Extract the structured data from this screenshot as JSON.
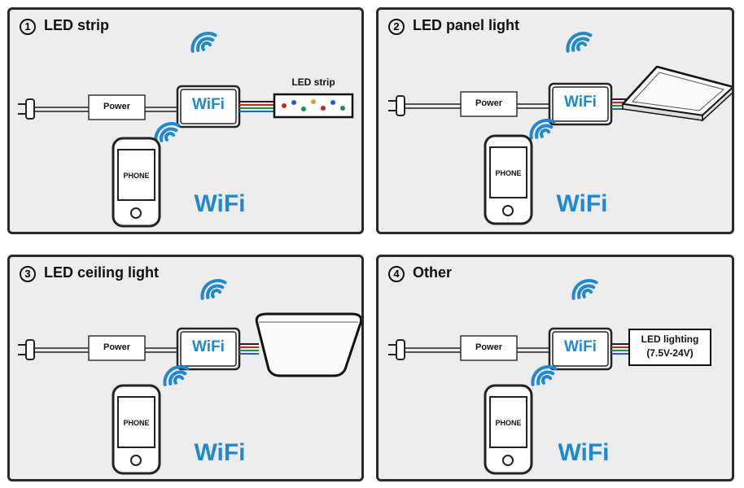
{
  "panels": [
    {
      "number": "1",
      "title": "LED strip",
      "power_label": "Power",
      "wifi_box_label": "WiFi",
      "device_label": "LED strip",
      "phone_label": "PHONE",
      "wifi_label": "WiFi"
    },
    {
      "number": "2",
      "title": "LED panel light",
      "power_label": "Power",
      "wifi_box_label": "WiFi",
      "phone_label": "PHONE",
      "wifi_label": "WiFi"
    },
    {
      "number": "3",
      "title": "LED ceiling light",
      "power_label": "Power",
      "wifi_box_label": "WiFi",
      "phone_label": "PHONE",
      "wifi_label": "WiFi"
    },
    {
      "number": "4",
      "title": "Other",
      "power_label": "Power",
      "wifi_box_label": "WiFi",
      "device_label_line1": "LED lighting",
      "device_label_line2": "(7.5V-24V)",
      "phone_label": "PHONE",
      "wifi_label": "WiFi"
    }
  ],
  "colors": {
    "wifi_blue": "#1e88d2",
    "border": "#2a2a2a",
    "panel_bg": "#ededed",
    "wire_red": "#d42020",
    "wire_green": "#1a9a3a",
    "wire_blue": "#2060d0"
  },
  "icons": [
    "plug-icon",
    "wifi-signal-icon",
    "phone-icon"
  ]
}
